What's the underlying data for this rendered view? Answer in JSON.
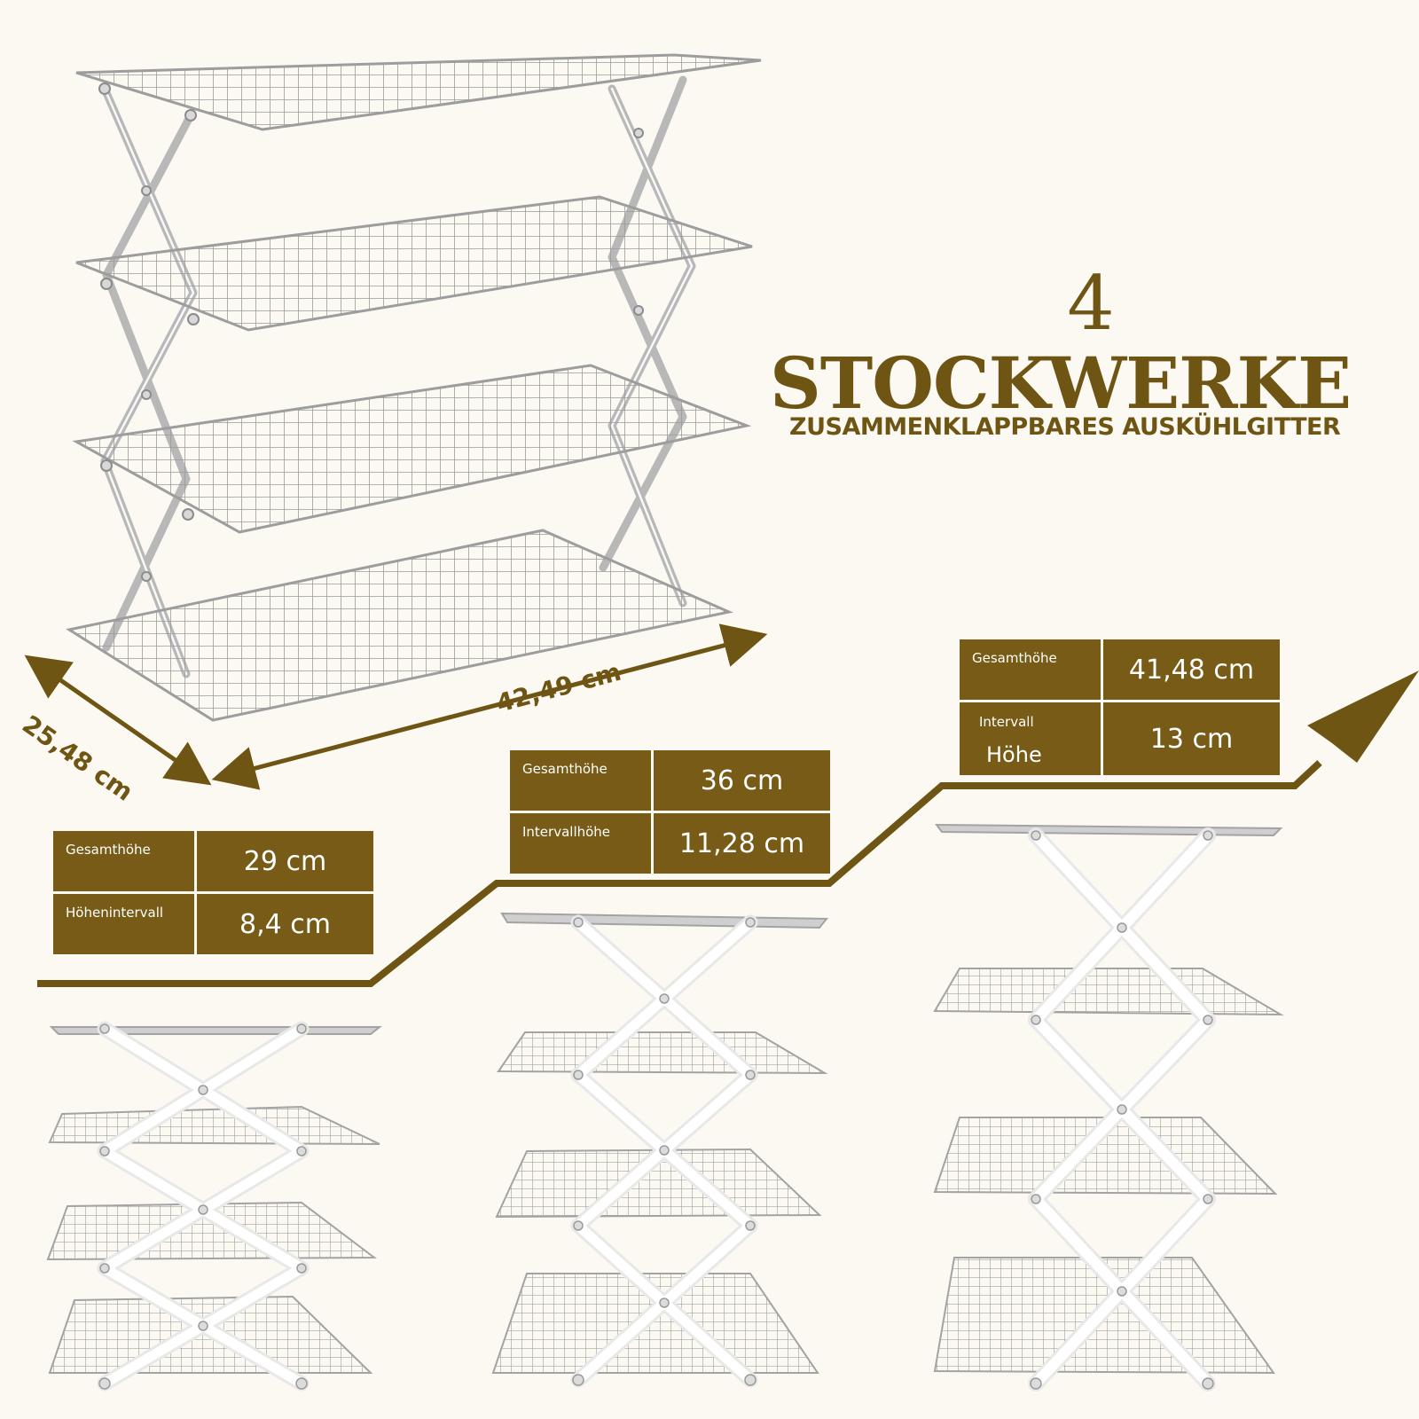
{
  "title": {
    "number": "4",
    "main": "STOCKWERKE",
    "subtitle": "ZUSAMMENKLAPPBARES AUSKÜHLGITTER"
  },
  "dimensions": {
    "depth": "25,48 cm",
    "width": "42,49 cm"
  },
  "specs": [
    {
      "total_label": "Gesamthöhe",
      "total_value": "29 cm",
      "interval_label": "Höhenintervall",
      "interval_value": "8,4 cm"
    },
    {
      "total_label": "Gesamthöhe",
      "total_value": "36 cm",
      "interval_label": "Intervallhöhe",
      "interval_value": "11,28 cm"
    },
    {
      "total_label": "Gesamthöhe",
      "total_value": "41,48 cm",
      "interval_label_line1": "Intervall",
      "interval_label_line2": "Höhe",
      "interval_value": "13 cm"
    }
  ],
  "colors": {
    "accent": "#775b16",
    "title": "#6e5513",
    "background": "#fbf9f2"
  }
}
